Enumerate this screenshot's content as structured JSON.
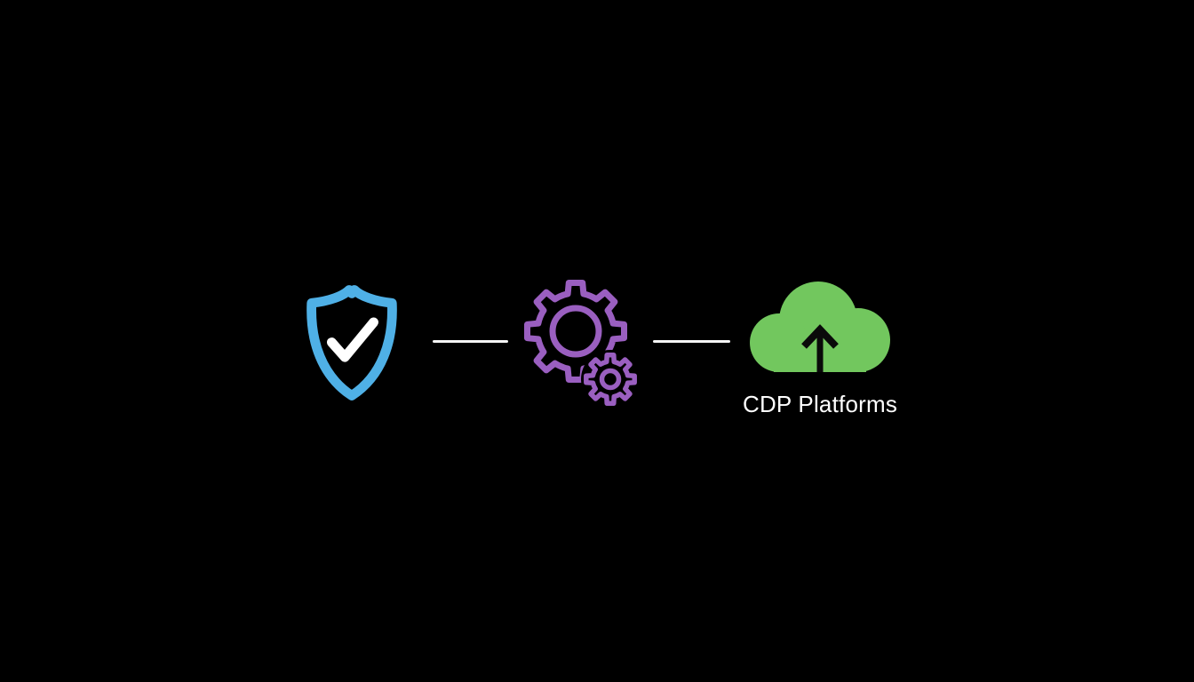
{
  "diagram": {
    "type": "flow",
    "background": "black",
    "nodes": [
      {
        "id": "shield",
        "name": "security-shield",
        "icon": "shield-check-icon",
        "color": "#4FB0E6",
        "label": ""
      },
      {
        "id": "gears",
        "name": "processing-gears",
        "icon": "gears-icon",
        "color": "#9A5FC0",
        "label": ""
      },
      {
        "id": "cloud",
        "name": "cloud-upload",
        "icon": "cloud-upload-icon",
        "color": "#72C75E",
        "label": "CDP Platforms"
      }
    ],
    "connectors": [
      {
        "from": "shield",
        "to": "gears"
      },
      {
        "from": "gears",
        "to": "cloud"
      }
    ]
  },
  "colors": {
    "background": "#000000",
    "shield": "#4FB0E6",
    "checkmark": "#FFFFFF",
    "gears": "#9A5FC0",
    "cloud": "#72C75E",
    "arrow": "#0A0A0A",
    "connector": "#F5F5F5",
    "label": "#FFFFFF"
  }
}
